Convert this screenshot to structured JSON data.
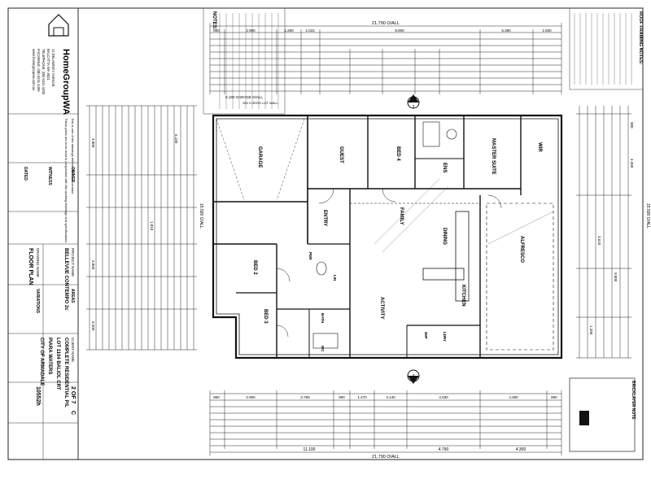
{
  "title_block": {
    "company": "HomeGroupWA",
    "address_1": "11 DELAWNEY AVENUE",
    "address_2": "BALCATTA WA 6021",
    "telephone": "TELEPHONE: (08) 6241 4400",
    "facsimile": "FACSIMILE: (08) 6241 4455",
    "website": "www.homegroupwa.com.au",
    "drawing_name_label": "DRAWING NAME",
    "drawing_name": "FLOOR PLAN",
    "project_name_label": "PROJECT NAME",
    "project_name": "BELLEVUE CONTEMPO 2c",
    "client_label": "CLIENT NAME",
    "client_name": "COMPLETE RESIDENTIAL P/L",
    "lot": "LOT 1104 BALIOL CRT",
    "suburb": "PIARA WATERS",
    "council": "CITY OF ARMADALE",
    "sheet": "2 OF 7",
    "revision": "C",
    "job_number": "10552h",
    "variations_label": "VARIATIONS",
    "areas_label": "AREAS",
    "owner_label": "OWNER",
    "witness_label": "WITNESS",
    "dated_label": "DATED",
    "note_1": "This is one of the drawings referred to in the contract",
    "note_2": "These plans are to be read in conjunction with the working drawings and specifications"
  },
  "dimensions": {
    "overall_width": "21.790 O/ALL",
    "overall_depth": "15.590 O/ALL",
    "top_row": [
      "800",
      "2.900",
      "1.290",
      "1.010",
      "8.900",
      "5.390",
      "1.500"
    ],
    "bottom_row": [
      "800",
      "2.900",
      "3.780",
      "900",
      "1.470",
      "3.140",
      "4.030",
      "4.300",
      "800"
    ],
    "bottom_overall": [
      "11.100",
      "4.790",
      "4.300"
    ],
    "right_col": [
      "900",
      "4.390",
      "9.800",
      "3.610",
      "1.200"
    ],
    "left_col": [
      "4.800",
      "3.860",
      "3.200",
      "1.810",
      "6.190"
    ],
    "garage_dim": "6.190 GARAGE O/ALL",
    "mid_left": "15.590 O/ALL"
  },
  "rooms": {
    "garage": "GARAGE",
    "guest": "GUEST",
    "bed4": "BED 4",
    "master": "MASTER SUITE",
    "wir": "WIR",
    "ens": "ENS",
    "entry": "ENTRY",
    "family": "FAMILY",
    "dining": "DINING",
    "alfresco": "ALFRESCO",
    "kitchen": "KITCHEN",
    "activity": "ACTIVITY",
    "bed2": "BED 2",
    "bed3": "BED 3",
    "bath": "BATH",
    "wc": "WC",
    "ldry": "LDRY",
    "wip": "WIP",
    "lin": "LIN",
    "pdr": "PDR"
  },
  "labels": {
    "brick_lintel": "BRICKLAYER NOTE",
    "zero_lot": "250 H ZERO LOT WALL",
    "section_mark": "3",
    "notes_heading": "NOTES:",
    "roof_heading": "ROOF FRAMING NOTES:"
  }
}
